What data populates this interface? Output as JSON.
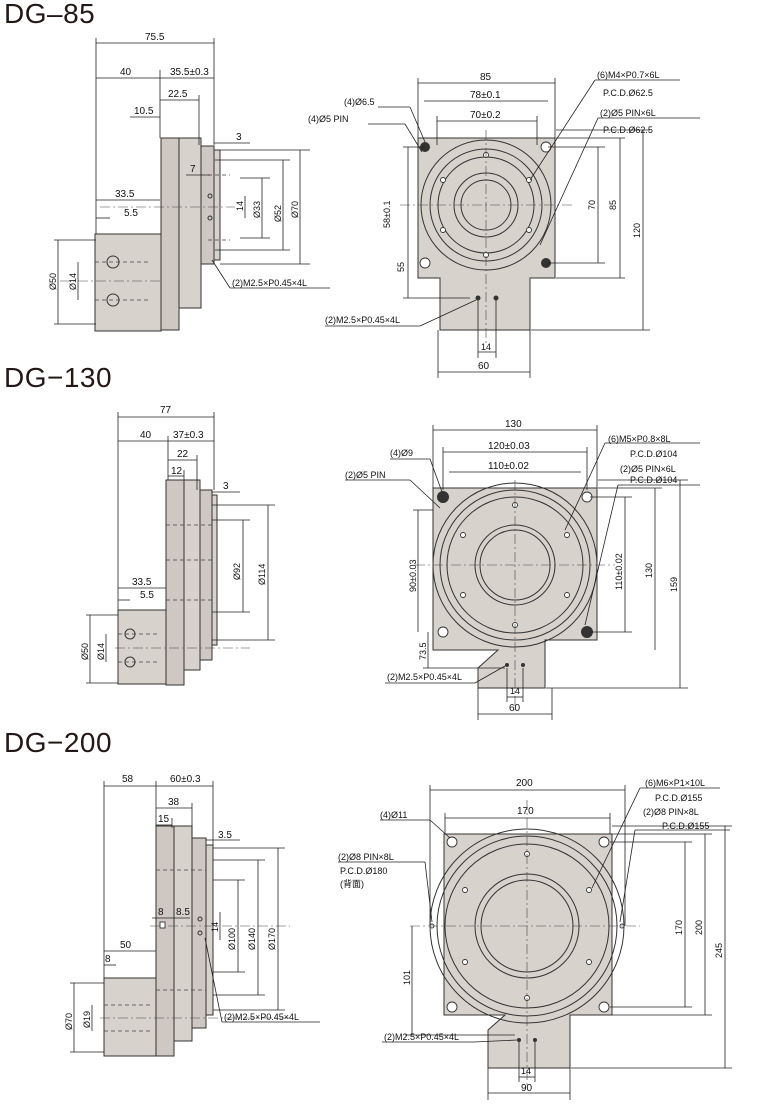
{
  "sections": [
    {
      "title": "DG–85",
      "side": {
        "l1": "75.5",
        "l2": "40",
        "l3": "35.5±0.3",
        "l4": "22.5",
        "l5": "10.5",
        "l6": "3",
        "l7": "7",
        "l8": "33.5",
        "l9": "5.5",
        "l10": "14",
        "l11": "Ø33",
        "l12": "Ø52",
        "l13": "Ø70",
        "l14": "Ø50",
        "l15": "Ø14",
        "l16": "(2)M2.5×P0.45×4L"
      },
      "front": {
        "l1": "85",
        "l2": "78±0.1",
        "l3": "70±0.2",
        "l4": "(4)Ø6.5",
        "l5": "(4)Ø5 PIN",
        "l6": "(6)M4×P0.7×6L",
        "l7": "P.C.D.Ø62.5",
        "l8": "(2)Ø5 PIN×6L",
        "l9": "P.C.D.Ø62.5",
        "l10": "58±0.1",
        "l11": "55",
        "l12": "70",
        "l13": "85",
        "l14": "120",
        "l15": "(2)M2.5×P0.45×4L",
        "l16": "14",
        "l17": "60"
      }
    },
    {
      "title": "DG−130",
      "side": {
        "l1": "77",
        "l2": "40",
        "l3": "37±0.3",
        "l4": "22",
        "l5": "12",
        "l6": "3",
        "l7": "33.5",
        "l8": "5.5",
        "l9": "Ø92",
        "l10": "Ø114",
        "l11": "Ø50",
        "l12": "Ø14"
      },
      "front": {
        "l1": "130",
        "l2": "120±0.03",
        "l3": "110±0.02",
        "l4": "(4)Ø9",
        "l5": "(2)Ø5 PIN",
        "l6": "(6)M5×P0.8×8L",
        "l7": "P.C.D.Ø104",
        "l8": "(2)Ø5 PIN×6L",
        "l9": "P.C.D.Ø104",
        "l10": "90±0.03",
        "l11": "73.5",
        "l12": "110±0.02",
        "l13": "130",
        "l14": "159",
        "l15": "(2)M2.5×P0.45×4L",
        "l16": "14",
        "l17": "60"
      }
    },
    {
      "title": "DG−200",
      "side": {
        "l1": "58",
        "l2": "60±0.3",
        "l3": "38",
        "l4": "15",
        "l5": "3.5",
        "l6": "8",
        "l7": "8.5",
        "l8": "14",
        "l9": "Ø100",
        "l10": "Ø140",
        "l11": "Ø170",
        "l12": "50",
        "l13": "8",
        "l14": "Ø70",
        "l15": "Ø19",
        "l16": "(2)M2.5×P0.45×4L"
      },
      "front": {
        "l1": "200",
        "l2": "170",
        "l3": "(4)Ø11",
        "l4": "(2)Ø8 PIN×8L",
        "l5": "P.C.D.Ø180",
        "l6": "(背面)",
        "l7": "(6)M6×P1×10L",
        "l8": "P.C.D.Ø155",
        "l9": "(2)Ø8 PIN×8L",
        "l10": "P.C.D.Ø155",
        "l11": "101",
        "l12": "170",
        "l13": "200",
        "l14": "245",
        "l15": "(2)M2.5×P0.45×4L",
        "l16": "14",
        "l17": "90"
      }
    }
  ]
}
